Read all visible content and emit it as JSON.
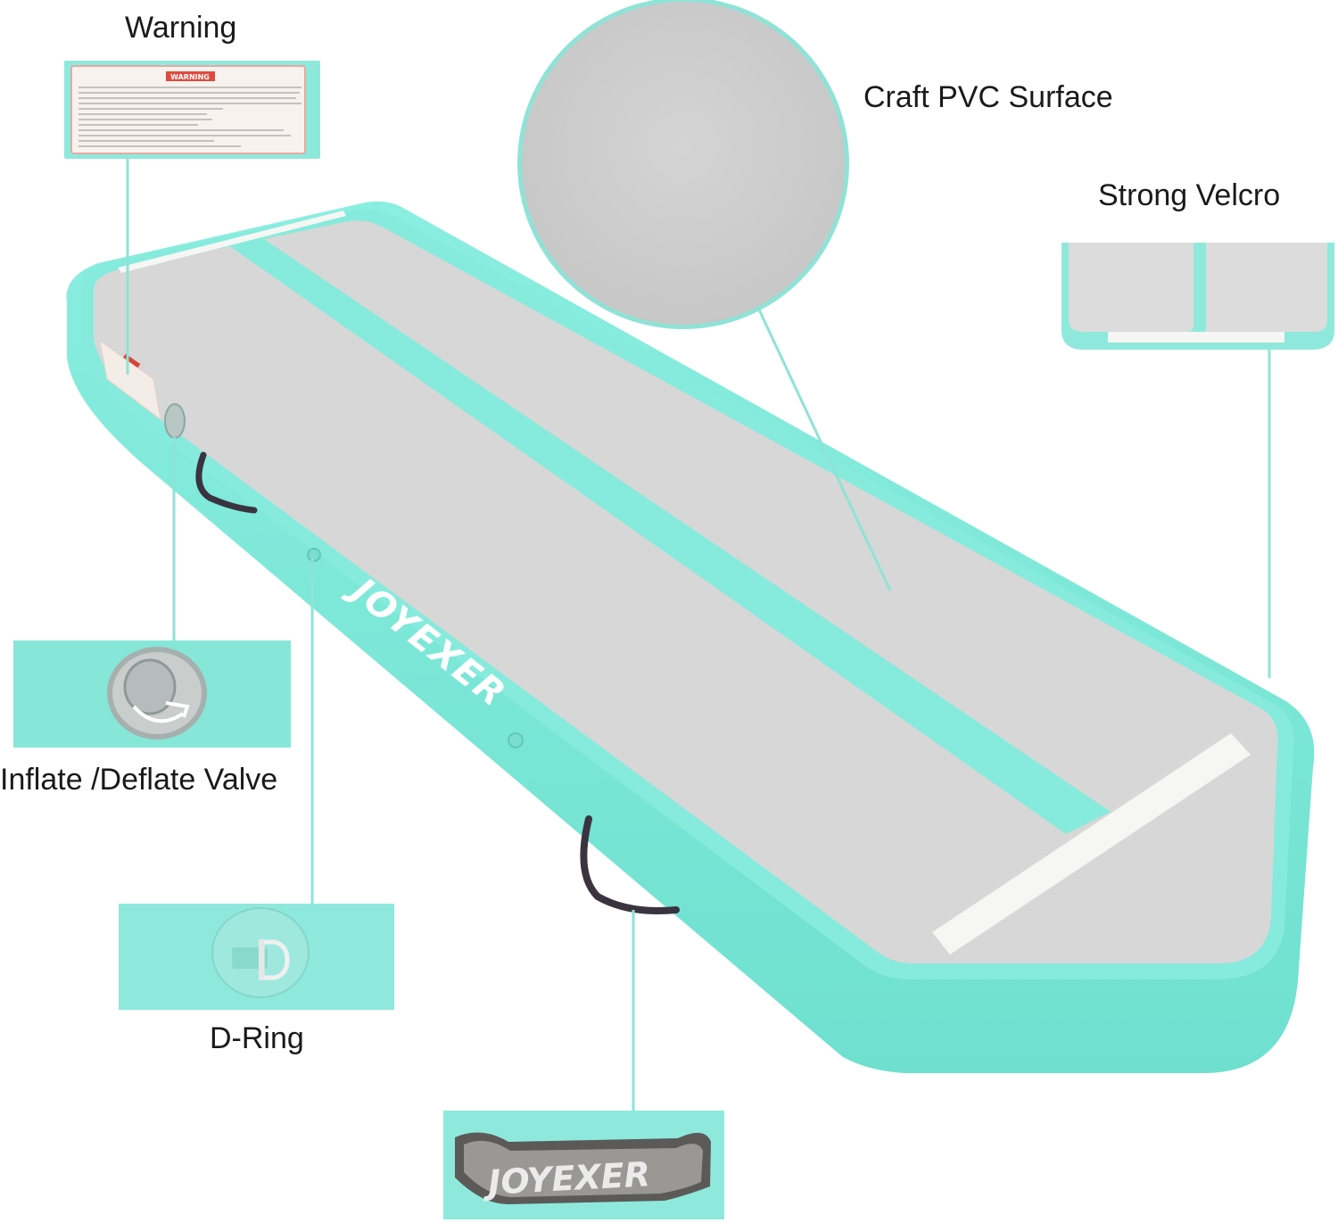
{
  "labels": {
    "warning": "Warning",
    "surface": "Craft PVC Surface",
    "velcro": "Strong Velcro",
    "valve": "Inflate /Deflate Valve",
    "dring": "D-Ring"
  },
  "brand": "JOYEXER",
  "warning_card": {
    "title": "WARNING"
  },
  "colors": {
    "mint": "#7de8d9",
    "mint_dark": "#5fd6c6",
    "mint_light": "#b5f3ea",
    "grey_surface": "#d6d6d6",
    "line": "#8fe3d6",
    "white_strip": "#f6f6f4",
    "warning_red": "#d9433a"
  }
}
